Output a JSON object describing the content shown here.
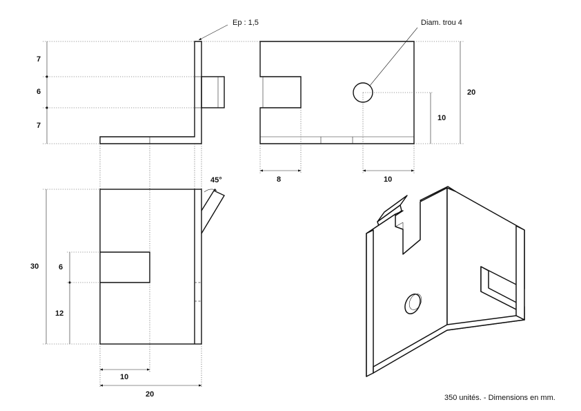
{
  "notes": {
    "thickness": "Ep : 1,5",
    "hole": "Diam. trou 4",
    "angle": "45°",
    "footer": "350 unités. - Dimensions en mm."
  },
  "dimensions": {
    "front_top": "7",
    "front_slot": "6",
    "front_bottom": "7",
    "side_height": "20",
    "side_hole_height": "10",
    "side_slot_width": "8",
    "side_hole_offset": "10",
    "plan_depth": "30",
    "plan_slot": "6",
    "plan_slot_offset": "12",
    "plan_slot_length": "10",
    "plan_width": "20"
  }
}
